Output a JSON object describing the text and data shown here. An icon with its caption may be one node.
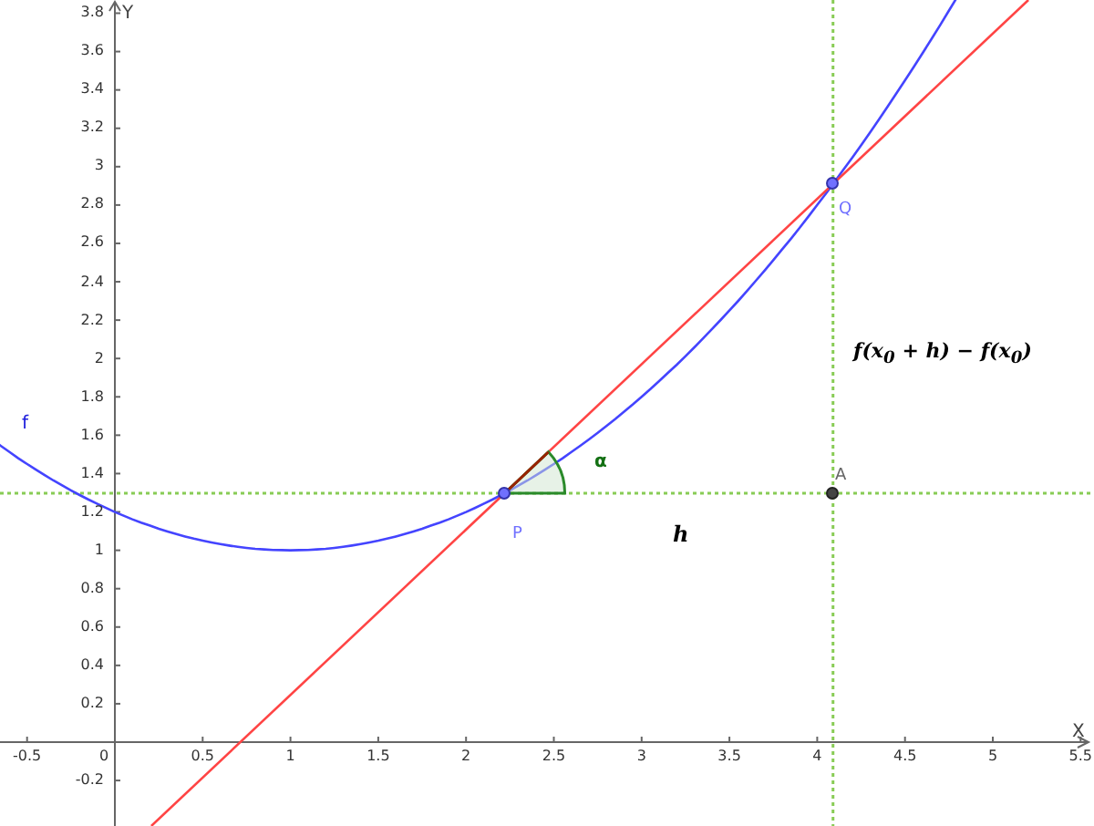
{
  "diagram": {
    "nodes": [
      {
        "text": [],
        "shape": "circle",
        "beside": [
          "P"
        ]
      },
      {
        "text": [],
        "shape": "circle",
        "beside": [
          "Q"
        ]
      },
      {
        "text": [],
        "shape": "circle",
        "beside": [
          "A"
        ]
      }
    ],
    "labels": [
      "3.8",
      "Y",
      "3.6",
      "3.4",
      "3.2",
      "3",
      "2.8",
      "2.6",
      "2.4",
      "2.2",
      "2",
      "1.8",
      "1.6",
      "1.4",
      "1.2",
      "1",
      "0.8",
      "0.6",
      "0.4",
      "0.2",
      "f(x$_{0}$ + h) − f(x$_{0}$)",
      "f",
      "α",
      "h",
      "-0.5",
      "0",
      "0.5",
      "1",
      "1.5",
      "2",
      "2.5",
      "3",
      "3.5",
      "4",
      "4.5",
      "5",
      "5.5",
      "X",
      "-0.2"
    ]
  }
}
